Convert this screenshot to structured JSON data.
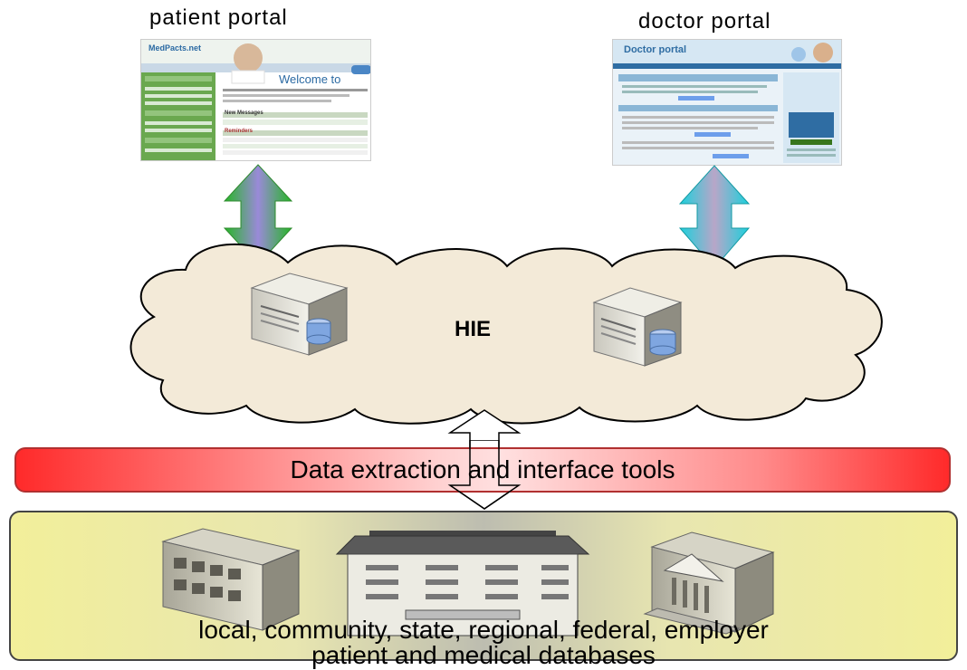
{
  "portals": {
    "patient": {
      "title": "patient portal",
      "screenshot": {
        "brand": "MedPacts.net",
        "welcome": "Welcome to",
        "new_messages": "New Messages",
        "reminders": "Reminders"
      }
    },
    "doctor": {
      "title": "doctor portal",
      "screenshot": {
        "brand": "Doctor portal"
      }
    }
  },
  "hie": {
    "label": "HIE"
  },
  "tools_bar": {
    "label": "Data extraction and interface tools"
  },
  "databases": {
    "line1": "local, community, state, regional, federal, employer",
    "line2": "patient and medical databases"
  },
  "colors": {
    "patient_arrow": "#3ecf3e",
    "doctor_arrow": "#22d8e0",
    "cloud_fill": "#f3ead8",
    "tools_bar": "#ff2a2a",
    "db_box": "#f2ef9a"
  }
}
